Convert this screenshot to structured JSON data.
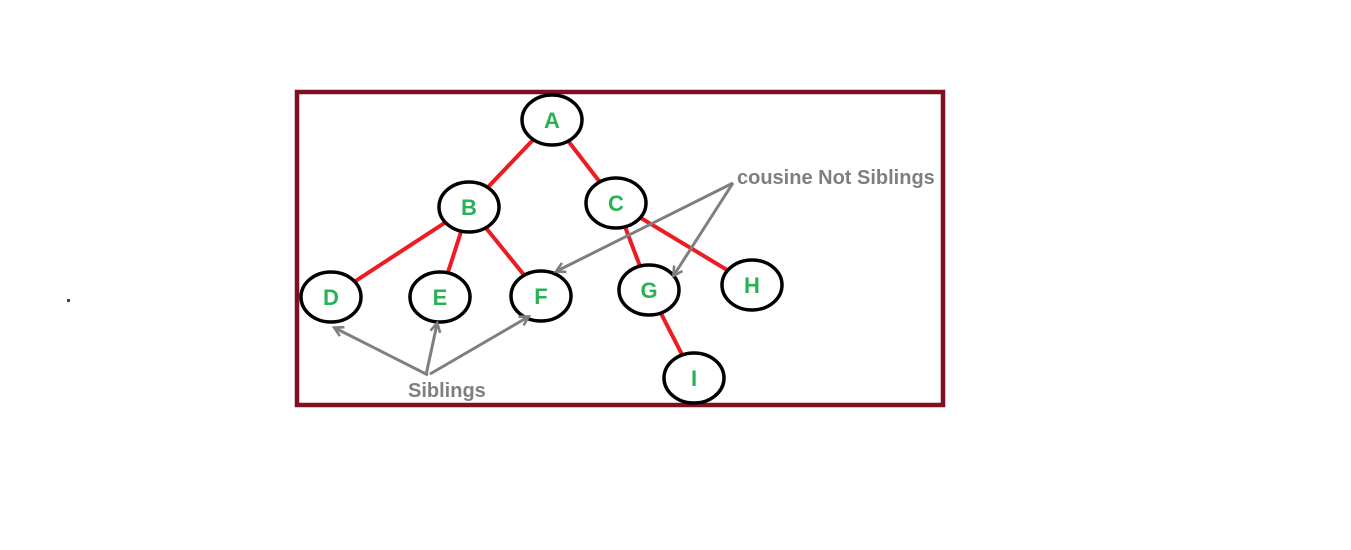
{
  "diagram": {
    "type": "tree",
    "nodes": [
      {
        "id": "A",
        "label": "A"
      },
      {
        "id": "B",
        "label": "B"
      },
      {
        "id": "C",
        "label": "C"
      },
      {
        "id": "D",
        "label": "D"
      },
      {
        "id": "E",
        "label": "E"
      },
      {
        "id": "F",
        "label": "F"
      },
      {
        "id": "G",
        "label": "G"
      },
      {
        "id": "H",
        "label": "H"
      },
      {
        "id": "I",
        "label": "I"
      }
    ],
    "edges": [
      {
        "from": "A",
        "to": "B"
      },
      {
        "from": "A",
        "to": "C"
      },
      {
        "from": "B",
        "to": "D"
      },
      {
        "from": "B",
        "to": "E"
      },
      {
        "from": "B",
        "to": "F"
      },
      {
        "from": "C",
        "to": "G"
      },
      {
        "from": "C",
        "to": "H"
      },
      {
        "from": "G",
        "to": "I"
      }
    ],
    "annotations": {
      "siblings": {
        "label": "Siblings",
        "points_to": [
          "D",
          "E",
          "F"
        ]
      },
      "cousins": {
        "label": "cousine Not Siblings",
        "points_to": [
          "F",
          "G"
        ]
      }
    },
    "colors": {
      "background": "#ffffff",
      "frame_border": "#7e1022",
      "tree_edge": "#ed1c24",
      "node_outline": "#000000",
      "node_fill": "#ffffff",
      "node_label": "#27b253",
      "annotation": "#7f7f7f"
    }
  }
}
